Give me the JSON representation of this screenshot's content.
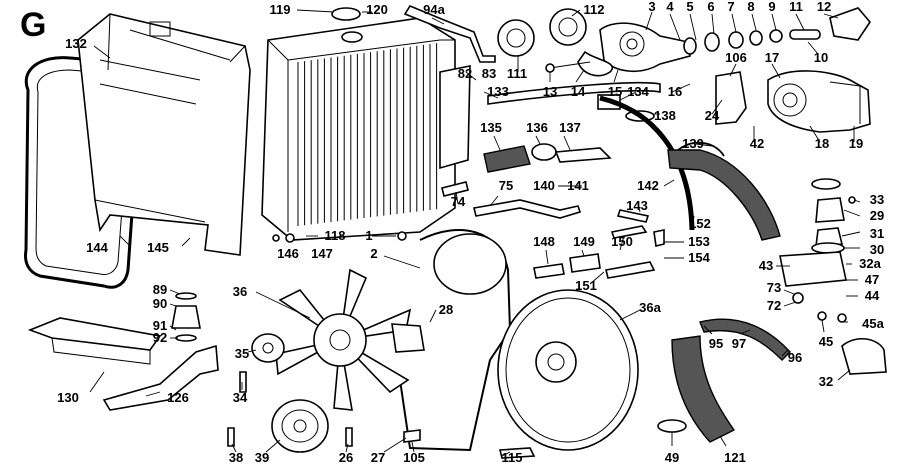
{
  "section_letter": "G",
  "part_numbers": [
    "119",
    "120",
    "94a",
    "112",
    "3",
    "4",
    "5",
    "6",
    "7",
    "8",
    "9",
    "11",
    "12",
    "132",
    "82",
    "83",
    "111",
    "13",
    "14",
    "15",
    "106",
    "17",
    "10",
    "133",
    "134",
    "16",
    "138",
    "24",
    "42",
    "18",
    "19",
    "135",
    "136",
    "137",
    "139",
    "140",
    "141",
    "142",
    "75",
    "74",
    "143",
    "152",
    "29",
    "33",
    "31",
    "30",
    "118",
    "1",
    "146",
    "147",
    "148",
    "149",
    "150",
    "153",
    "2",
    "154",
    "151",
    "43",
    "32a",
    "47",
    "44",
    "144",
    "145",
    "89",
    "90",
    "36",
    "73",
    "72",
    "45",
    "45a",
    "91",
    "92",
    "28",
    "36a",
    "95",
    "97",
    "96",
    "32",
    "35",
    "130",
    "126",
    "34",
    "38",
    "39",
    "26",
    "27",
    "105",
    "115",
    "49",
    "121"
  ]
}
